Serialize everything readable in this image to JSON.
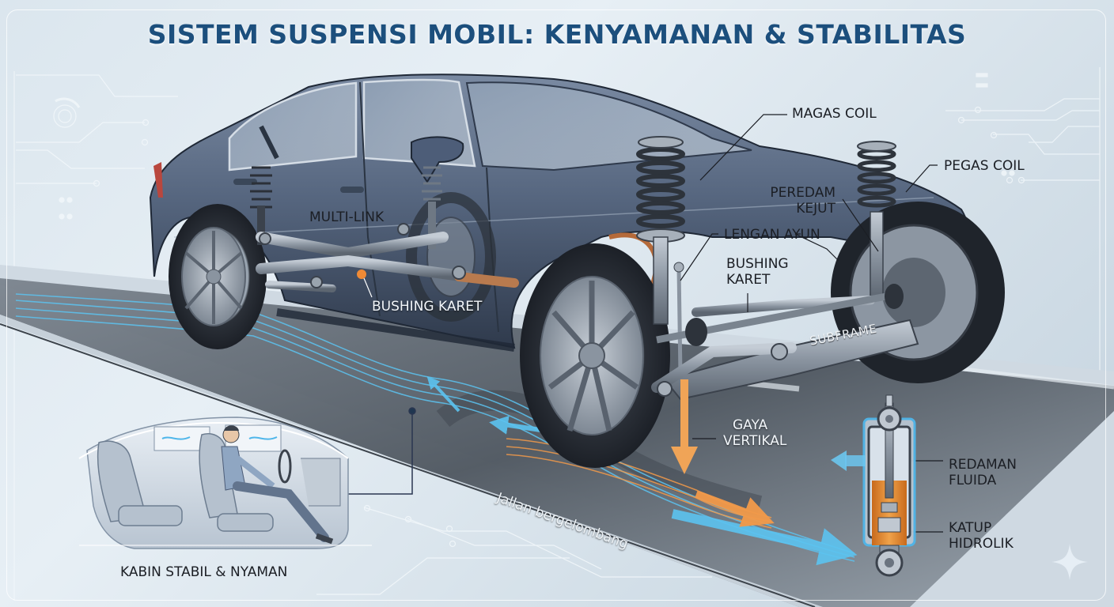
{
  "title": "SISTEM SUSPENSI MOBIL: KENYAMANAN & STABILITAS",
  "colors": {
    "title": "#1c4f7d",
    "car_body": "#4a5a72",
    "road": "#4b525b",
    "flow_blue": "#4fb6ea",
    "flow_orange": "#f29a4a",
    "fluid": "#e58a2e",
    "background": "#dde8ef",
    "label_text": "#1b1e24"
  },
  "labels": {
    "magas_coil": "MAGAS COIL",
    "pegas_coil": "PEGAS COIL",
    "peredam_kejut": [
      "PEREDAM",
      "KEJUT"
    ],
    "lengan_ayun": "LENGAN AYUN",
    "bushing_karet_front": [
      "BUSHING",
      "KARET"
    ],
    "multi_link": "MULTI-LINK",
    "bushing_karet_rear": "BUSHING KARET",
    "subframe": "SUBFRAME",
    "gaya_vertikal": [
      "GAYA",
      "VERTIKAL"
    ],
    "redaman_fluida": [
      "REDAMAN",
      "FLUIDA"
    ],
    "katup_hidrolik": [
      "KATUP",
      "HIDROLIK"
    ],
    "road": "Jallan bergelombang",
    "cabin": "KABIN STABIL & NYAMAN"
  },
  "icons": {
    "sparkle": "sparkle-icon",
    "force_arrow": "arrow-down-icon",
    "damping_arrow": "arrow-left-icon"
  }
}
